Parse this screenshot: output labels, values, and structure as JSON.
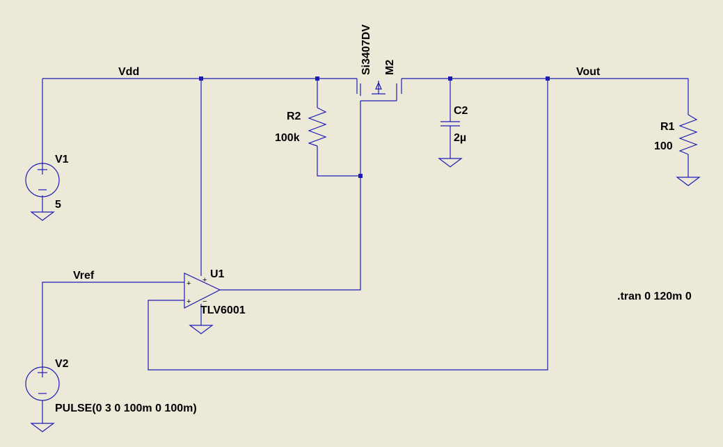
{
  "nets": {
    "vdd": "Vdd",
    "vout": "Vout",
    "vref": "Vref"
  },
  "components": {
    "v1": {
      "name": "V1",
      "value": "5"
    },
    "v2": {
      "name": "V2",
      "value": "PULSE(0 3 0 100m 0 100m)"
    },
    "m2": {
      "name": "M2",
      "model": "Si3407DV"
    },
    "r2": {
      "name": "R2",
      "value": "100k"
    },
    "c2": {
      "name": "C2",
      "value": "2µ"
    },
    "r1": {
      "name": "R1",
      "value": "100"
    },
    "u1": {
      "name": "U1",
      "model": "TLV6001",
      "pin_plus": "+",
      "pin_minus": "−"
    }
  },
  "directive": ".tran 0 120m 0",
  "colors": {
    "wire": "#1C1CB4",
    "background": "#ECE9D8",
    "text": "#000000"
  }
}
